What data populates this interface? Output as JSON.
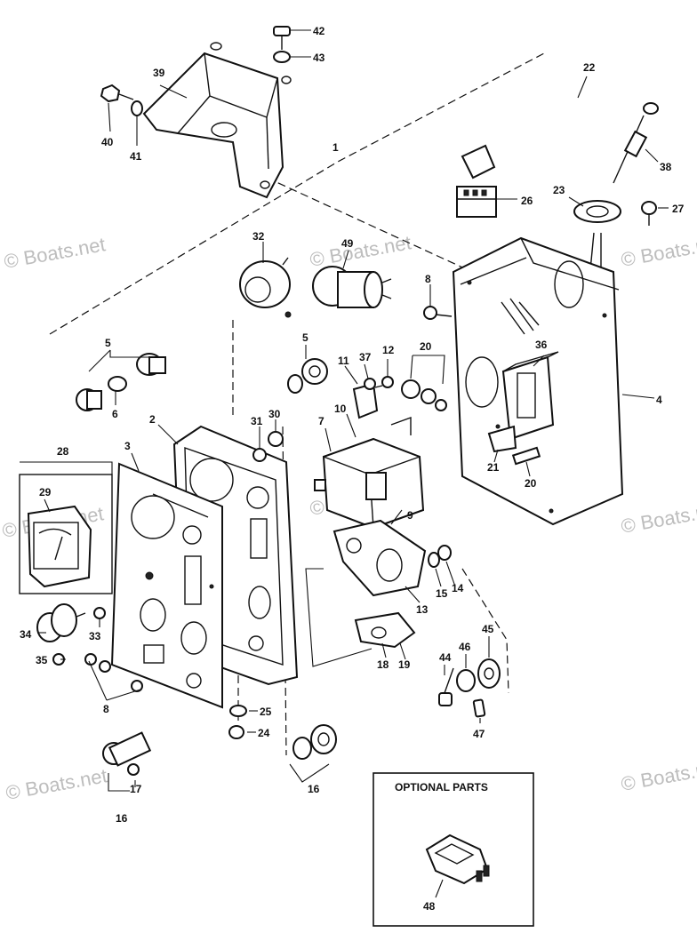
{
  "watermarks": [
    "© Boats.net",
    "© Boats.net",
    "© Boats.net",
    "© Boats.net",
    "© Boats.net",
    "© Boats.net",
    "© Boats.net",
    "© Boats.net"
  ],
  "optional_box": {
    "title": "OPTIONAL PARTS",
    "part_label": "48"
  },
  "callouts": {
    "c42": "42",
    "c43": "43",
    "c39": "39",
    "c40": "40",
    "c41": "41",
    "c1": "1",
    "c22": "22",
    "c38": "38",
    "c26": "26",
    "c23": "23",
    "c27": "27",
    "c32": "32",
    "c49": "49",
    "c8a": "8",
    "c4": "4",
    "c36": "36",
    "c5a": "5",
    "c6": "6",
    "c5b": "5",
    "c11": "11",
    "c37": "37",
    "c12": "12",
    "c20a": "20",
    "c2": "2",
    "c3": "3",
    "c31": "31",
    "c30": "30",
    "c10": "10",
    "c7": "7",
    "c28": "28",
    "c29": "29",
    "c21": "21",
    "c20b": "20",
    "c9": "9",
    "c13": "13",
    "c15": "15",
    "c14": "14",
    "c34": "34",
    "c33": "33",
    "c35": "35",
    "c8b": "8",
    "c18": "18",
    "c19": "19",
    "c44": "44",
    "c46": "46",
    "c45": "45",
    "c47": "47",
    "c25": "25",
    "c24": "24",
    "c17": "17",
    "c16a": "16",
    "c16b": "16"
  }
}
